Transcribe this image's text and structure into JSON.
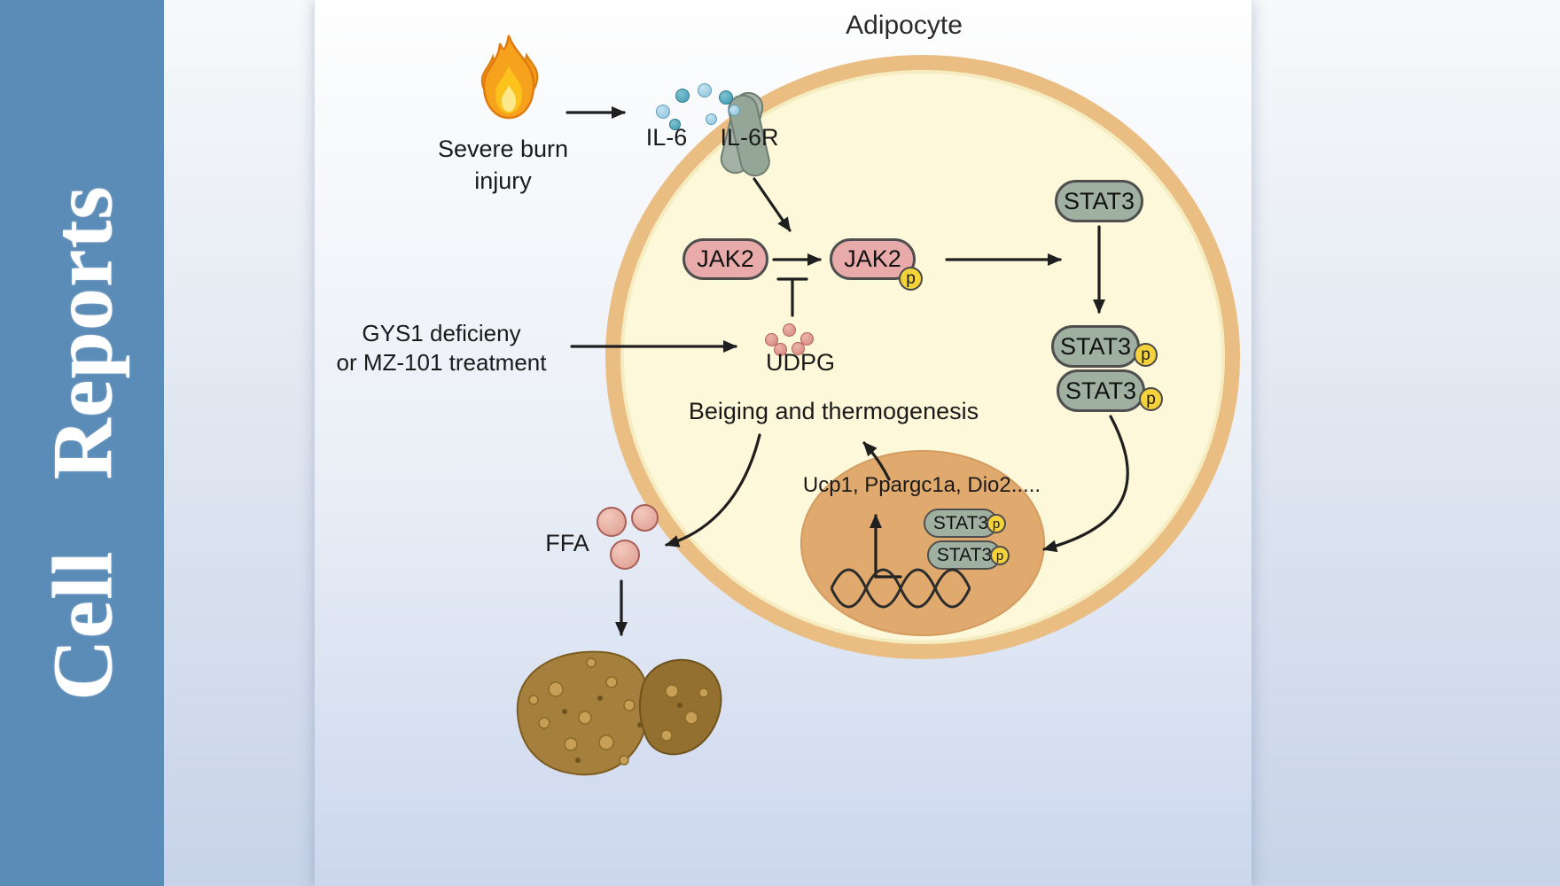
{
  "journal": {
    "title": "Cell Reports"
  },
  "diagram": {
    "cell_label": "Adipocyte",
    "trigger": {
      "line1": "Severe burn",
      "line2": "injury"
    },
    "intervention": {
      "line1": "GYS1 deficieny",
      "line2": "or MZ-101 treatment"
    },
    "labels": {
      "il6": "IL-6",
      "il6r": "IL-6R",
      "jak2": "JAK2",
      "stat3": "STAT3",
      "p": "p",
      "udpg": "UDPG",
      "ffa": "FFA"
    },
    "beiging": "Beiging and thermogenesis",
    "genes": "Ucp1, Ppargc1a, Dio2....."
  },
  "colors": {
    "sidebar-blue": "#5b8cb8",
    "cell-border": "#eabd83",
    "cell-fill": "#fdf8d9",
    "jak-fill": "#e9abaa",
    "stat-fill": "#9fb0a0",
    "p-fill": "#f3d23c",
    "nucleus-fill": "#e0aa6f",
    "il6-dot-light": "#8fc4da",
    "il6-dot-dark": "#3e9ab2",
    "udpg-dot": "#d6877e",
    "ffa-dot": "#dd9a8f",
    "liver-brown": "#a5803d",
    "arrow": "#1f1f1f"
  }
}
